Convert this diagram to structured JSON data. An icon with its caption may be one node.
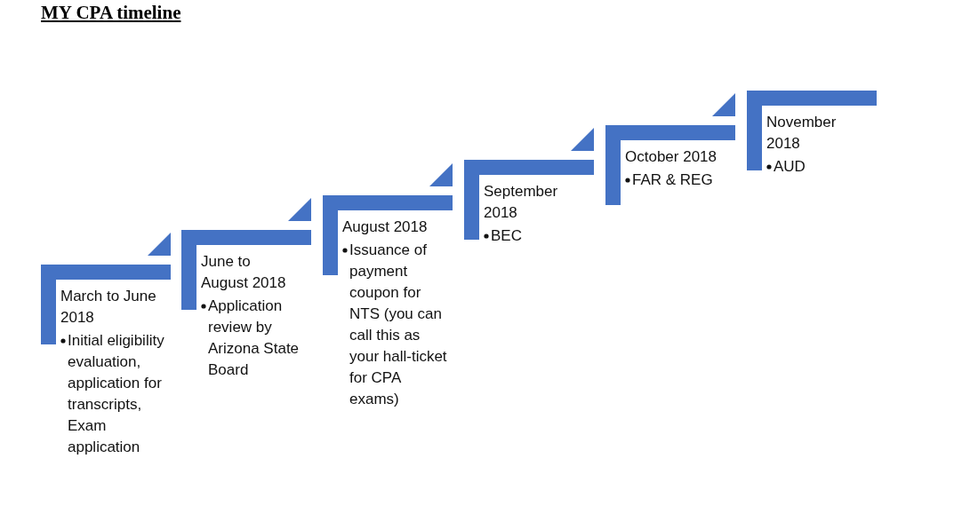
{
  "diagram": {
    "title": "MY CPA timeline",
    "nodes": [
      {
        "text": [
          "March to June 2018",
          "Initial eligibility evaluation, application for transcripts, Exam application"
        ]
      },
      {
        "text": [
          "June to August 2018",
          "Application review by Arizona State Board"
        ]
      },
      {
        "text": [
          "August 2018",
          "Issuance of payment coupon for NTS (you can call this as your hall-ticket for CPA exams)"
        ]
      },
      {
        "text": [
          "September 2018",
          "BEC"
        ]
      },
      {
        "text": [
          "October 2018",
          "FAR & REG"
        ]
      },
      {
        "text": [
          "November 2018",
          "AUD"
        ]
      }
    ]
  }
}
